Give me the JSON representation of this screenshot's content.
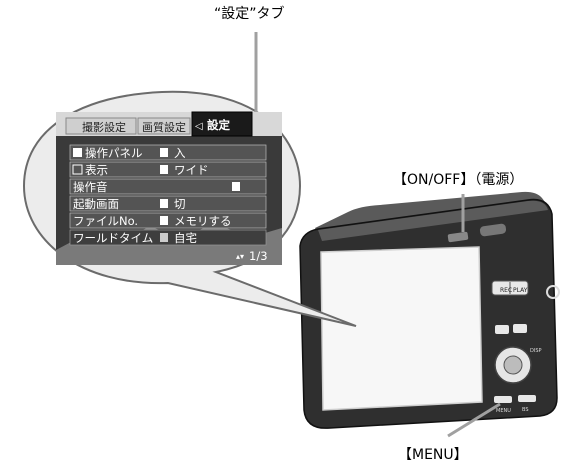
{
  "callouts": {
    "settings_tab": "“設定”タブ",
    "power_button": "【ON/OFF】（電源）",
    "menu_button": "【MENU】"
  },
  "screen": {
    "tabs": [
      "撮影設定",
      "画質設定",
      "設定"
    ],
    "tab_selected_index": 2,
    "rows": [
      {
        "label": "操作パネル",
        "value": "入",
        "icon": "camera-icon"
      },
      {
        "label": "表示",
        "value": "ワイド",
        "icon": "playback-icon"
      },
      {
        "label": "操作音",
        "value": ""
      },
      {
        "label": "起動画面",
        "value": "切"
      },
      {
        "label": "ファイルNo.",
        "value": "メモリする"
      },
      {
        "label": "ワールドタイム",
        "value": "自宅"
      }
    ],
    "page_indicator": "1/3"
  },
  "camera": {
    "mode_buttons": [
      "REC",
      "PLAY"
    ],
    "button_labels": [
      "MENU",
      "BS",
      "DISP"
    ]
  },
  "colors": {
    "callout_line": "#a0a0a0",
    "camera_body": "#2f2f2f",
    "screen_glass": "#f7f7f7"
  }
}
